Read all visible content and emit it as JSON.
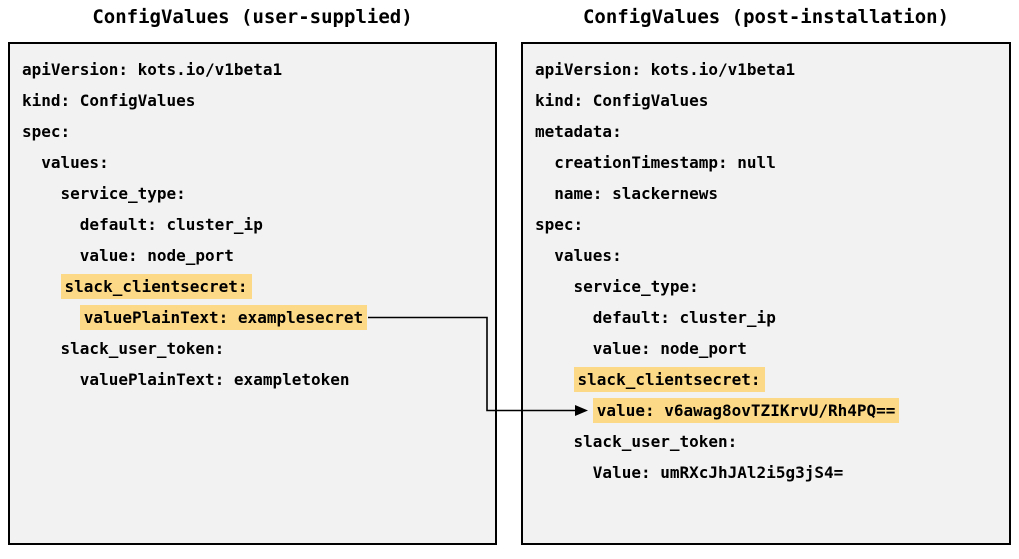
{
  "left_panel": {
    "title": "ConfigValues (user-supplied)",
    "lines": [
      {
        "indent": 0,
        "text": "apiVersion: kots.io/v1beta1",
        "highlight": false
      },
      {
        "indent": 0,
        "text": "kind: ConfigValues",
        "highlight": false
      },
      {
        "indent": 0,
        "text": "spec:",
        "highlight": false
      },
      {
        "indent": 2,
        "text": "values:",
        "highlight": false
      },
      {
        "indent": 4,
        "text": "service_type:",
        "highlight": false
      },
      {
        "indent": 6,
        "text": "default: cluster_ip",
        "highlight": false
      },
      {
        "indent": 6,
        "text": "value: node_port",
        "highlight": false
      },
      {
        "indent": 4,
        "text": "slack_clientsecret:",
        "highlight": true
      },
      {
        "indent": 6,
        "text": "valuePlainText: examplesecret",
        "highlight": true
      },
      {
        "indent": 4,
        "text": "slack_user_token:",
        "highlight": false
      },
      {
        "indent": 6,
        "text": "valuePlainText: exampletoken",
        "highlight": false
      }
    ]
  },
  "right_panel": {
    "title": "ConfigValues (post-installation)",
    "lines": [
      {
        "indent": 0,
        "text": "apiVersion: kots.io/v1beta1",
        "highlight": false
      },
      {
        "indent": 0,
        "text": "kind: ConfigValues",
        "highlight": false
      },
      {
        "indent": 0,
        "text": "metadata:",
        "highlight": false
      },
      {
        "indent": 2,
        "text": "creationTimestamp: null",
        "highlight": false
      },
      {
        "indent": 2,
        "text": "name: slackernews",
        "highlight": false
      },
      {
        "indent": 0,
        "text": "spec:",
        "highlight": false
      },
      {
        "indent": 2,
        "text": "values:",
        "highlight": false
      },
      {
        "indent": 4,
        "text": "service_type:",
        "highlight": false
      },
      {
        "indent": 6,
        "text": "default: cluster_ip",
        "highlight": false
      },
      {
        "indent": 6,
        "text": "value: node_port",
        "highlight": false
      },
      {
        "indent": 4,
        "text": "slack_clientsecret:",
        "highlight": true
      },
      {
        "indent": 6,
        "text": "value: v6awag8ovTZIKrvU/Rh4PQ==",
        "highlight": true
      },
      {
        "indent": 4,
        "text": "slack_user_token:",
        "highlight": false
      },
      {
        "indent": 6,
        "text": "Value: umRXcJhJAl2i5g3jS4=",
        "highlight": false
      }
    ]
  },
  "colors": {
    "highlight": "#fcd987",
    "panel_background": "#f2f2f2",
    "panel_border": "#000000",
    "text": "#000000",
    "arrow": "#000000"
  }
}
